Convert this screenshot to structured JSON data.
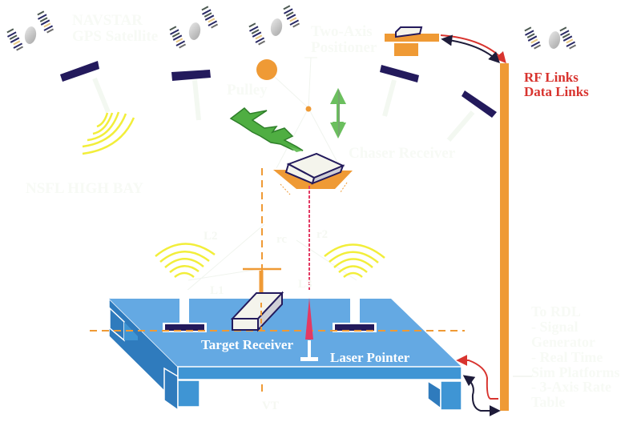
{
  "diagram": {
    "title_labels": {
      "navstar": [
        "NAVSTAR",
        "GPS Satellite"
      ],
      "positioner": [
        "Two-Axis",
        "Positioner"
      ],
      "pulley": "Pulley",
      "chaser_receiver": "Chaser Receiver",
      "high_bay": "NSFL HIGH BAY",
      "target_receiver": "Target Receiver",
      "laser_pointer": "Laser Pointer",
      "links": [
        "RF Links",
        "Data Links"
      ],
      "to_rdl": [
        "To RDL",
        "- Signal",
        "  Generator",
        "- Real Time",
        "  Sim Platforms",
        "- 3-Axis Rate",
        "  Table"
      ]
    },
    "symbols": {
      "L1": "L1",
      "L2": "L2",
      "L3": "L3",
      "rc": "rc",
      "r2": "r2",
      "vt": "VT"
    },
    "colors": {
      "table_top": "#64a9e3",
      "table_side": "#3f95d4",
      "table_dark": "#2f7bbd",
      "orange": "#ef9a35",
      "navy": "#231a5c",
      "yellow": "#f2ee3a",
      "green": "#3f9a33",
      "green_light": "#6bbf5e",
      "red_link": "#d8342f",
      "laser": "#e33a63",
      "satellite_body": "#c8c8c8"
    },
    "components": [
      "gps-satellite",
      "gps-satellite",
      "gps-satellite",
      "gps-satellite",
      "pseudolite-antenna",
      "pulley",
      "two-axis-positioner",
      "chaser-receiver",
      "target-receiver",
      "laser-pointer",
      "test-table",
      "rf-data-link-mast"
    ]
  }
}
